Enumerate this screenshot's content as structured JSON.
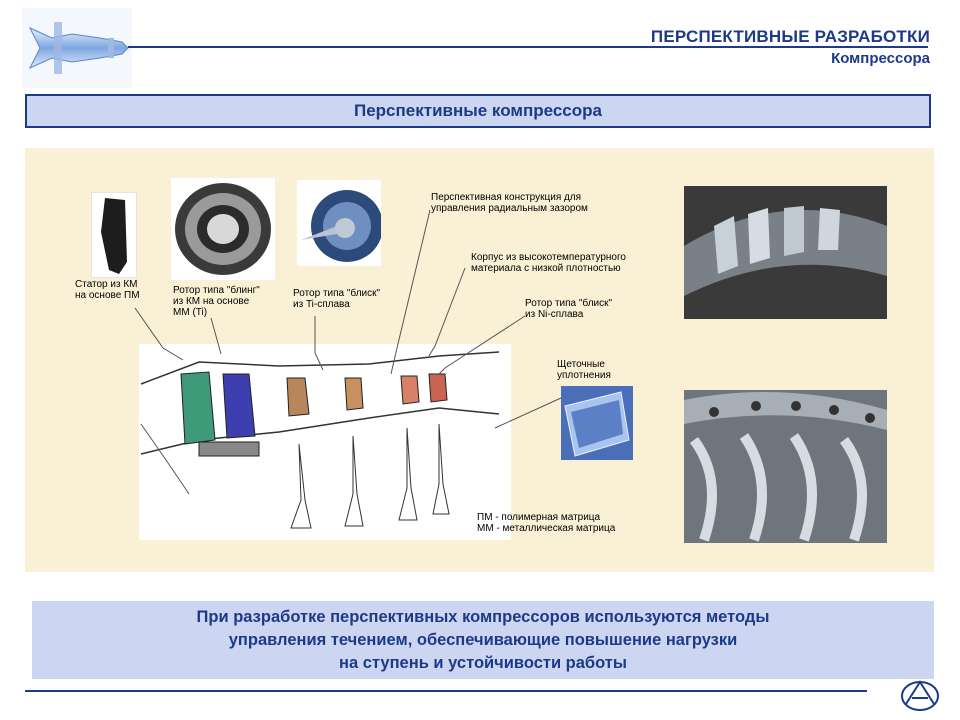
{
  "header": {
    "title": "ПЕРСПЕКТИВНЫЕ РАЗРАБОТКИ",
    "subtitle": "Компрессора"
  },
  "section": {
    "title": "Перспективные компрессора"
  },
  "diagram": {
    "labels": {
      "stator": [
        "Статор из КМ",
        "на основе ПМ"
      ],
      "rotor_bling": [
        "Ротор типа \"блинг\"",
        "из КМ на основе",
        "ММ (Ti)"
      ],
      "rotor_blisk_ti": [
        "Ротор типа \"блиск\"",
        "из Ti-сплава"
      ],
      "radial_gap": [
        "Перспективная конструкция для",
        "управления радиальным зазором"
      ],
      "casing": [
        "Корпус из высокотемпературного",
        "материала с низкой плотностью"
      ],
      "rotor_blisk_ni": [
        "Ротор типа \"блиск\"",
        "из Ni-сплава"
      ],
      "brush_seals": [
        "Щеточные",
        "уплотнения"
      ],
      "legend": [
        "ПМ - полимерная матрица",
        "ММ - металлическая матрица"
      ]
    }
  },
  "summary": {
    "lines": [
      "При разработке перспективных компрессоров используются методы",
      "управления течением, обеспечивающие повышение нагрузки",
      "на ступень и устойчивости работы"
    ]
  },
  "colors": {
    "brand": "#1d3a8a",
    "band": "#ccd6f0",
    "content_bg": "#faf0d6"
  }
}
